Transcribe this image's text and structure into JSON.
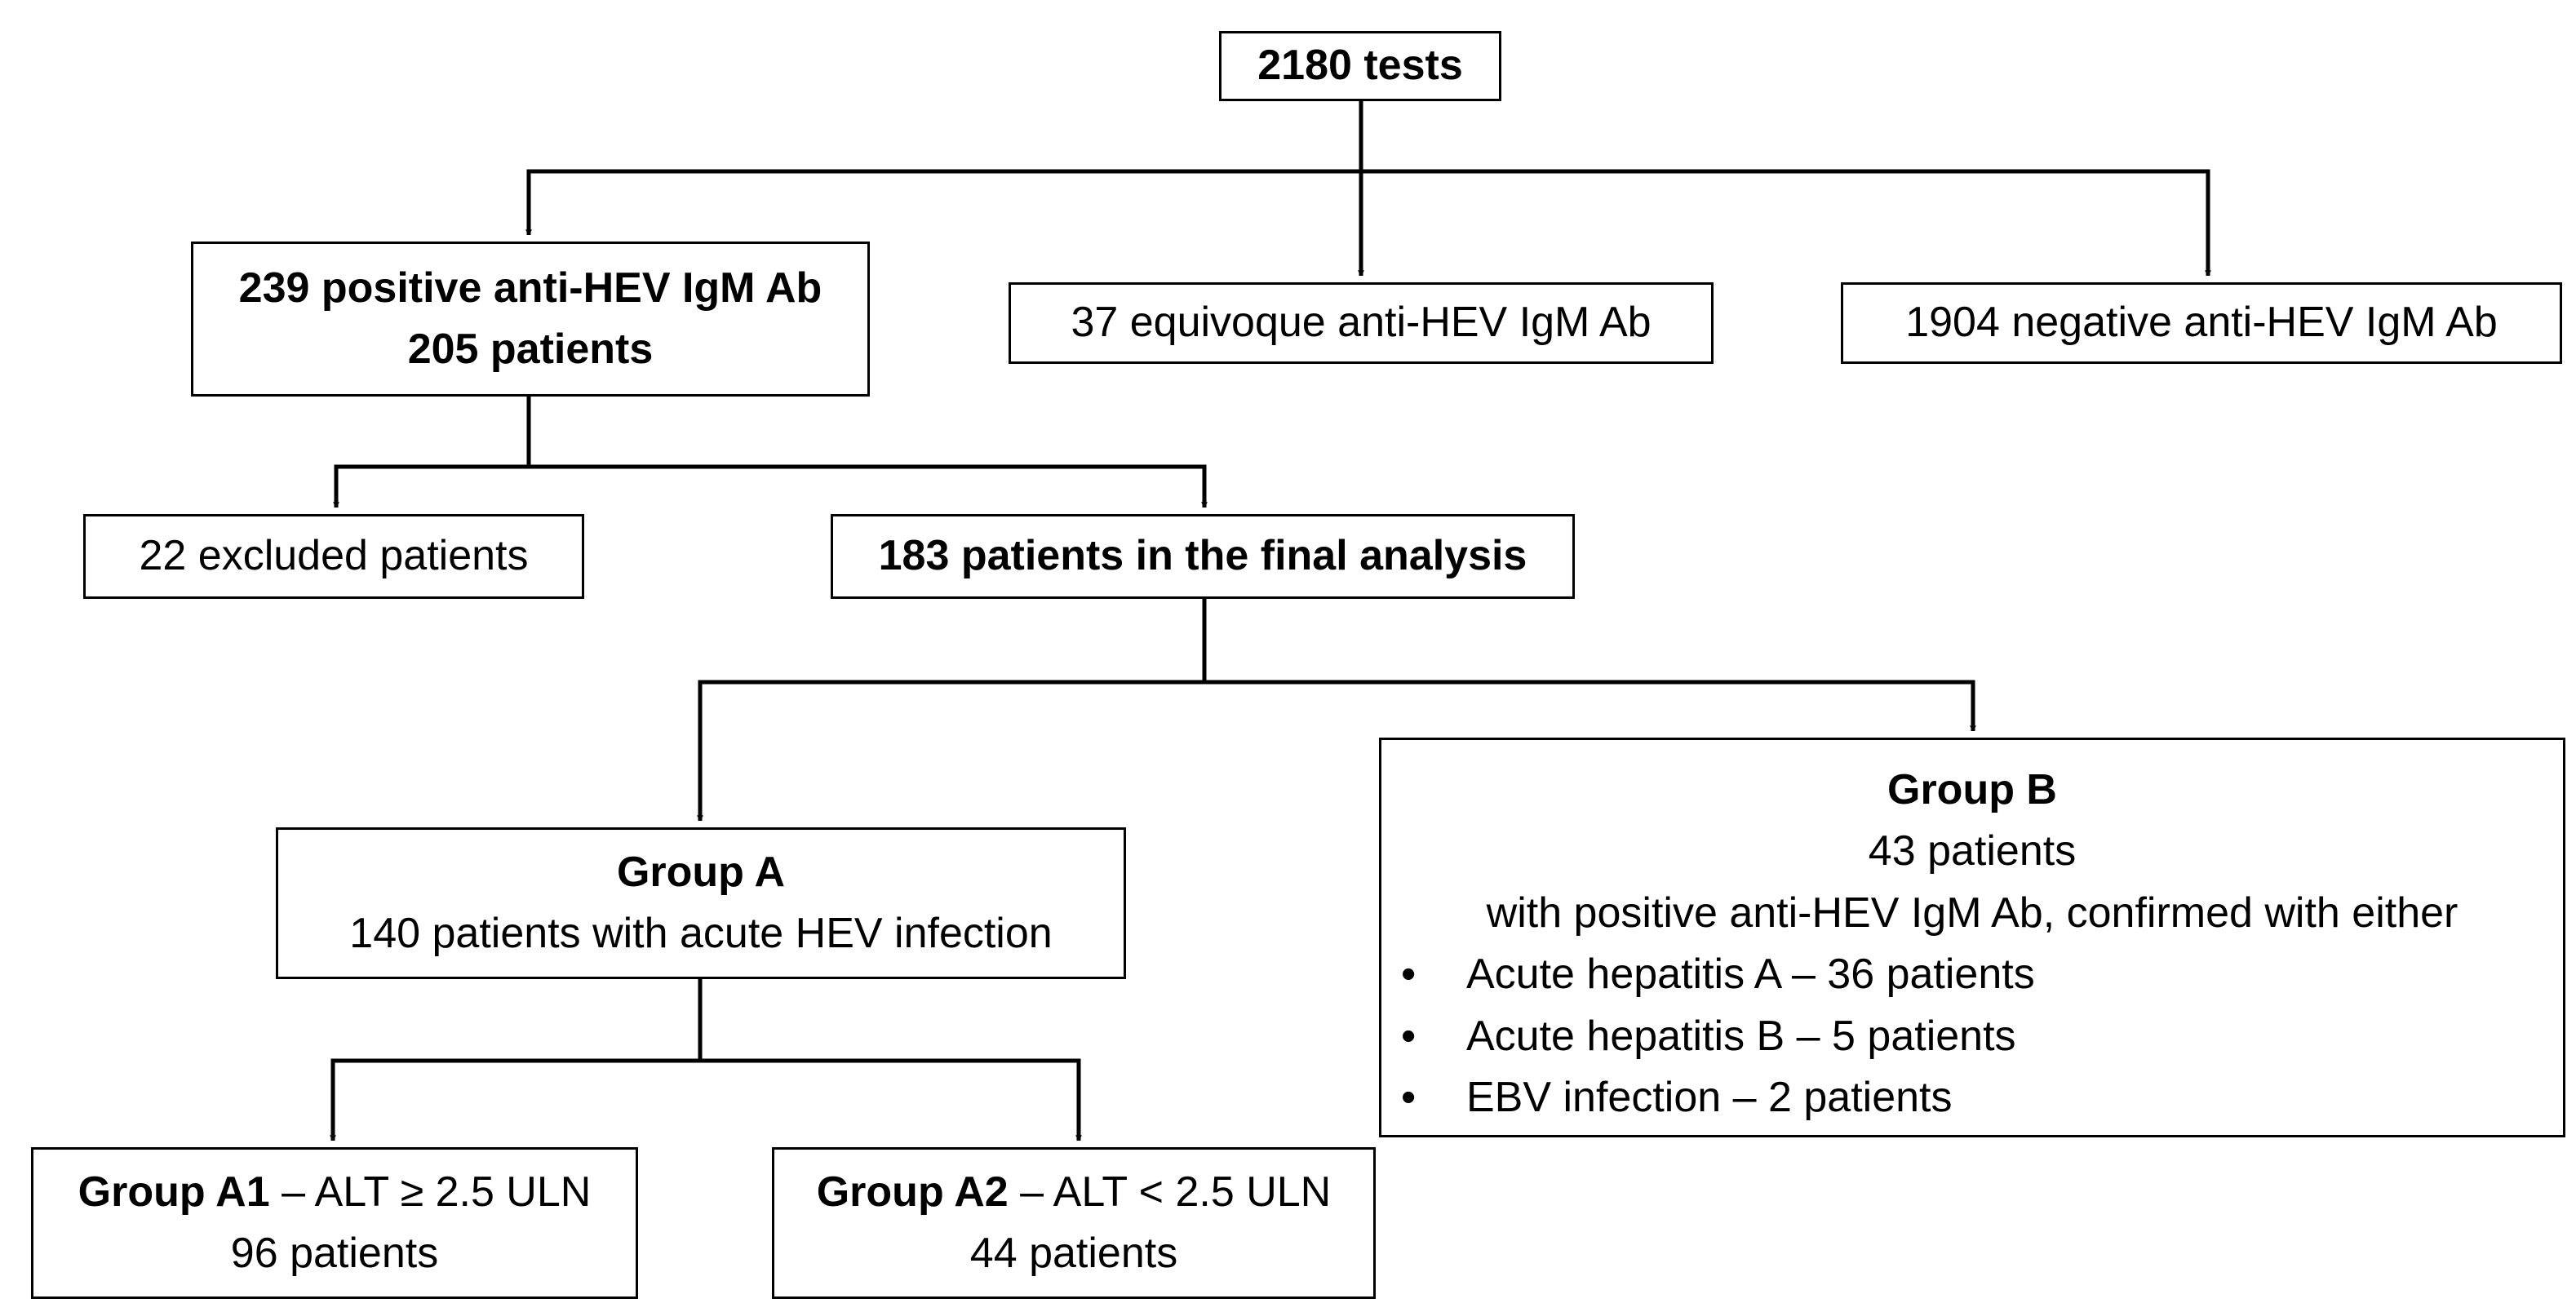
{
  "top": {
    "label": "2180 tests"
  },
  "positive": {
    "line1": "239 positive anti-HEV IgM Ab",
    "line2": "205 patients"
  },
  "equivoque": {
    "label": "37 equivoque anti-HEV IgM Ab"
  },
  "negative": {
    "label": "1904 negative anti-HEV IgM Ab"
  },
  "excluded": {
    "label": "22 excluded patients"
  },
  "final": {
    "label": "183 patients in the final analysis"
  },
  "groupA": {
    "title": "Group A",
    "desc": "140 patients with acute HEV infection"
  },
  "groupB": {
    "title": "Group B",
    "count": "43 patients",
    "desc": "with positive anti-HEV IgM Ab, confirmed with either",
    "bullet_char": "•",
    "items": [
      "Acute hepatitis A – 36 patients",
      "Acute hepatitis B – 5 patients",
      "EBV infection – 2 patients"
    ]
  },
  "groupA1": {
    "name": "Group A1",
    "criteria": " – ALT ≥ 2.5 ULN",
    "count": "96 patients"
  },
  "groupA2": {
    "name": "Group A2",
    "criteria": " – ALT < 2.5 ULN",
    "count": "44 patients"
  }
}
